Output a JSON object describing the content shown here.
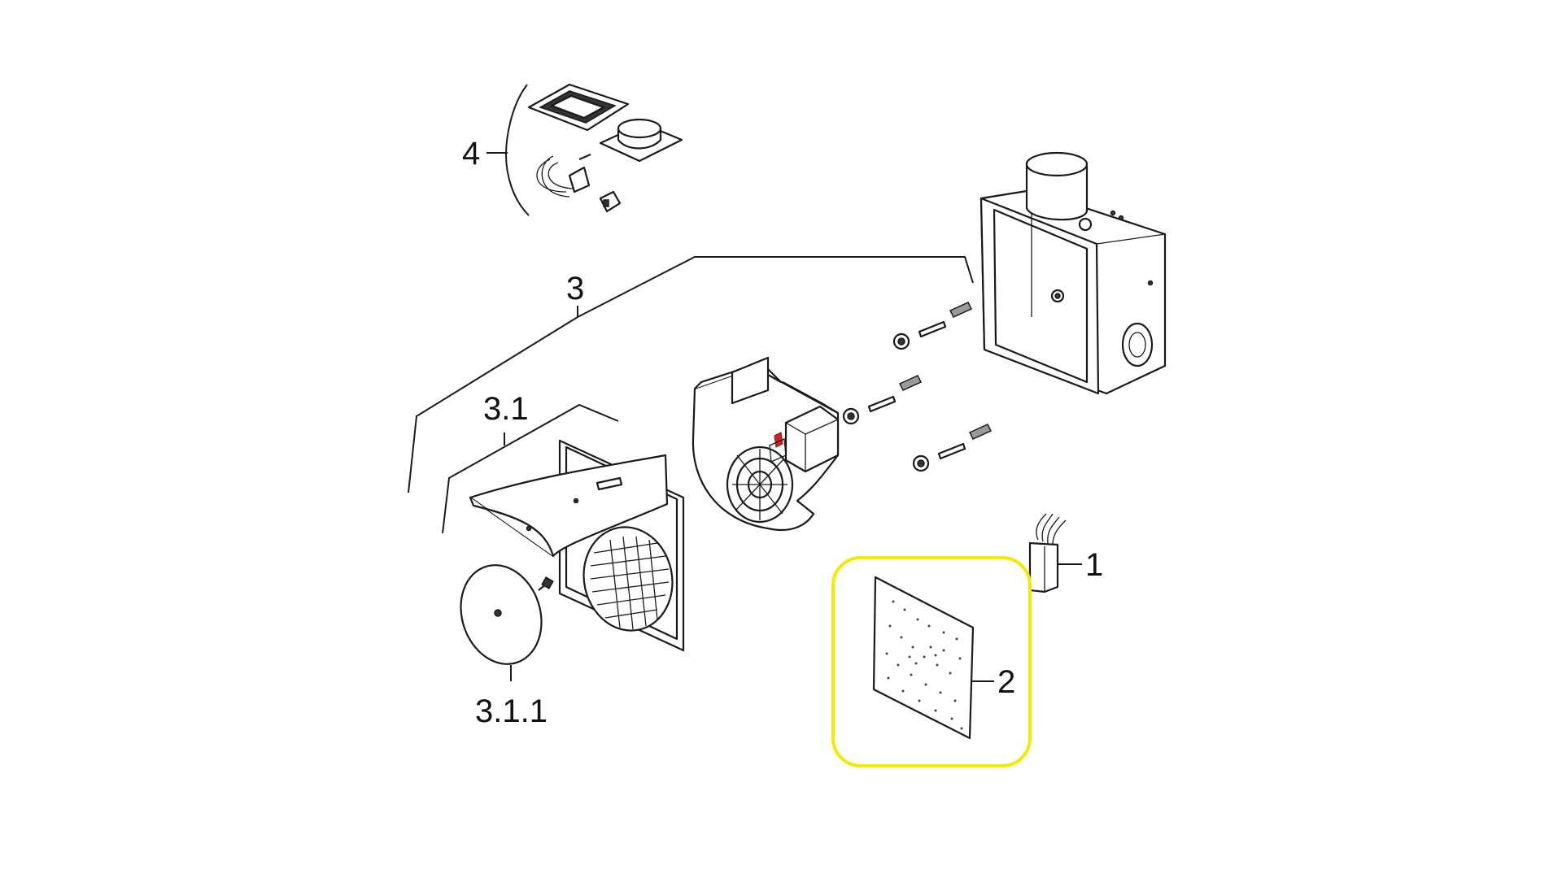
{
  "labels": {
    "item_1": "1",
    "item_2": "2",
    "item_3": "3",
    "item_3_1": "3.1",
    "item_3_1_1": "3.1.1",
    "item_4": "4"
  },
  "highlight": {
    "color": "#f2ea00",
    "target": "item_2"
  }
}
